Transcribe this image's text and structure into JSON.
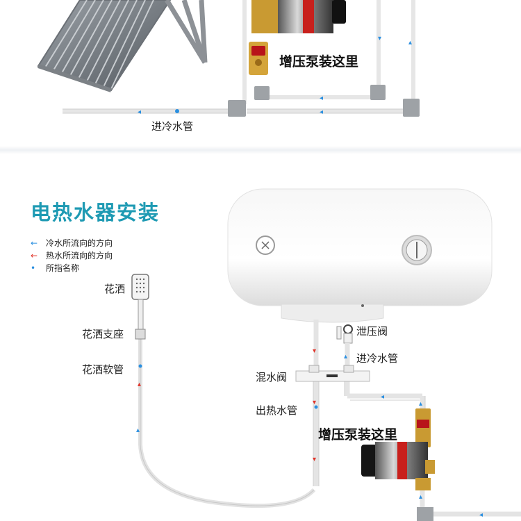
{
  "top": {
    "pump_label": "增压泵装这里",
    "inlet_label": "进冷水管"
  },
  "bottom": {
    "title": "电热水器安装",
    "legend": [
      {
        "mark": "←",
        "text": "冷水所流向的方向",
        "color": "#2a8fe0"
      },
      {
        "mark": "←",
        "text": "热水所流向的方向",
        "color": "#e0342a"
      },
      {
        "mark": "•",
        "text": "所指名称",
        "color": "#2a8fe0"
      }
    ],
    "labels": {
      "shower_head": "花洒",
      "shower_holder": "花洒支座",
      "shower_hose": "花洒软管",
      "relief_valve": "泄压阀",
      "cold_inlet": "进冷水管",
      "mixing_valve": "混水阀",
      "hot_outlet": "出热水管",
      "pump_label": "增压泵装这里"
    }
  },
  "colors": {
    "accent_title": "#1e9ab3",
    "cold": "#2a8fe0",
    "hot": "#e0342a"
  }
}
